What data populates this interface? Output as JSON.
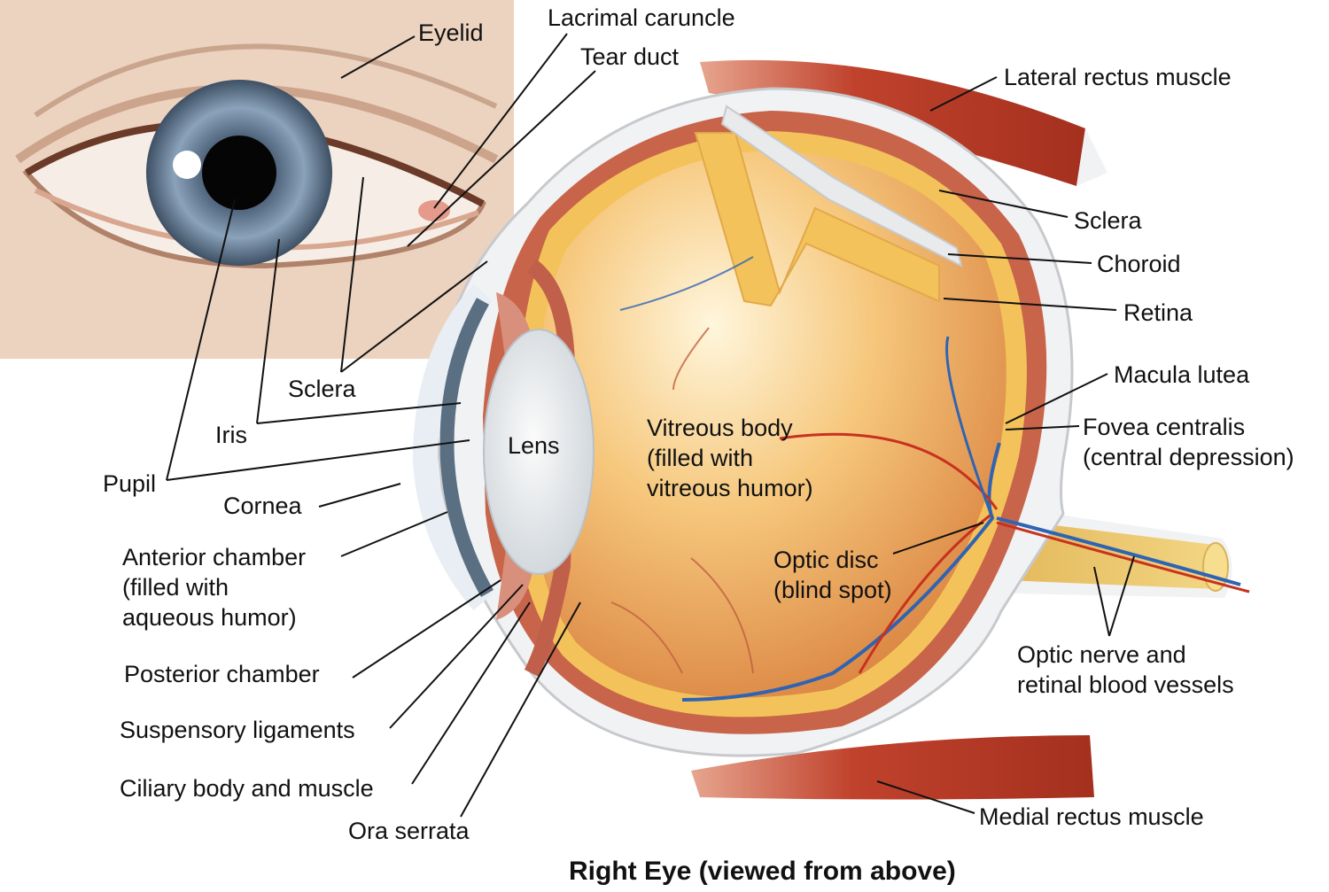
{
  "caption": "Right Eye (viewed from above)",
  "labels": {
    "eyelid": "Eyelid",
    "lacrimal_caruncle": "Lacrimal caruncle",
    "tear_duct": "Tear duct",
    "lateral_rectus": "Lateral rectus muscle",
    "sclera_right": "Sclera",
    "choroid": "Choroid",
    "retina": "Retina",
    "macula_lutea": "Macula lutea",
    "fovea_1": "Fovea centralis",
    "fovea_2": "(central depression)",
    "sclera_left": "Sclera",
    "iris": "Iris",
    "pupil": "Pupil",
    "lens": "Lens",
    "vitreous_1": "Vitreous body",
    "vitreous_2": "(filled with",
    "vitreous_3": "vitreous humor)",
    "cornea": "Cornea",
    "anterior_1": "Anterior chamber",
    "anterior_2": "(filled with",
    "anterior_3": "aqueous humor)",
    "optic_disc_1": "Optic disc",
    "optic_disc_2": "(blind spot)",
    "optic_nerve_1": "Optic nerve and",
    "optic_nerve_2": "retinal blood vessels",
    "posterior_chamber": "Posterior chamber",
    "suspensory": "Suspensory ligaments",
    "ciliary": "Ciliary body and muscle",
    "ora_serrata": "Ora serrata",
    "medial_rectus": "Medial rectus muscle"
  },
  "colors": {
    "skin": "#ecd3c0",
    "iris": "#7f97b0",
    "sclera_wall": "#f1f2f4",
    "choroid": "#c8644a",
    "retina": "#f4c25a",
    "vitreous": "#f2b261",
    "muscle": "#c0422c",
    "vein": "#2f64b3",
    "artery": "#c8321e"
  }
}
